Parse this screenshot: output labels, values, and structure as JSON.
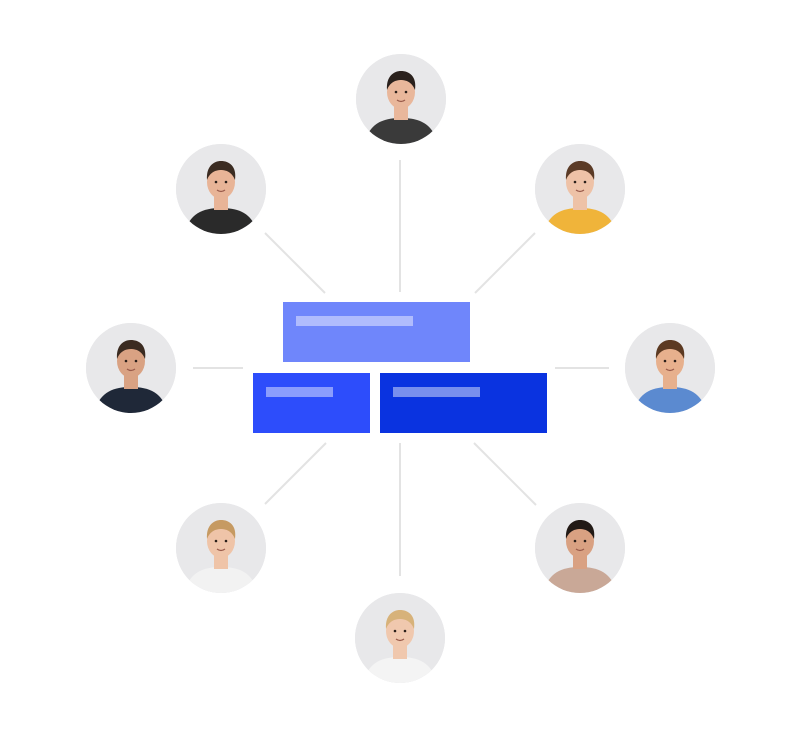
{
  "colors": {
    "connector": "#e3e3e3",
    "box_top": "#6f86fb",
    "box_left": "#2d4dfb",
    "box_right": "#0a33e0",
    "placeholder_bar": "rgba(255,255,255,0.45)",
    "avatar_bg": "#e8e8ea"
  },
  "diagram": {
    "center_boxes": [
      {
        "role": "top-node"
      },
      {
        "role": "left-node"
      },
      {
        "role": "right-node"
      }
    ],
    "people": [
      {
        "position": "top",
        "icon": "person-photo-icon",
        "hair": "#2a211d",
        "skin": "#e9b79b",
        "shirt": "#3a3a3a"
      },
      {
        "position": "top-right",
        "icon": "person-photo-icon",
        "hair": "#5b3b27",
        "skin": "#eec2a7",
        "shirt": "#f0b43a"
      },
      {
        "position": "right",
        "icon": "person-photo-icon",
        "hair": "#5c3a22",
        "skin": "#e7b08d",
        "shirt": "#5b8ad0"
      },
      {
        "position": "bottom-right",
        "icon": "person-photo-icon",
        "hair": "#221a16",
        "skin": "#d9a182",
        "shirt": "#c9a897"
      },
      {
        "position": "bottom",
        "icon": "person-photo-icon",
        "hair": "#d7b27a",
        "skin": "#f0c8ae",
        "shirt": "#f4f4f4"
      },
      {
        "position": "bottom-left",
        "icon": "person-photo-icon",
        "hair": "#c69a62",
        "skin": "#efc4a8",
        "shirt": "#f2f2f2"
      },
      {
        "position": "left",
        "icon": "person-photo-icon",
        "hair": "#3b2b21",
        "skin": "#d9a283",
        "shirt": "#1f2838"
      },
      {
        "position": "top-left",
        "icon": "person-photo-icon",
        "hair": "#3b2c22",
        "skin": "#e8b497",
        "shirt": "#2a2a2a"
      }
    ]
  }
}
